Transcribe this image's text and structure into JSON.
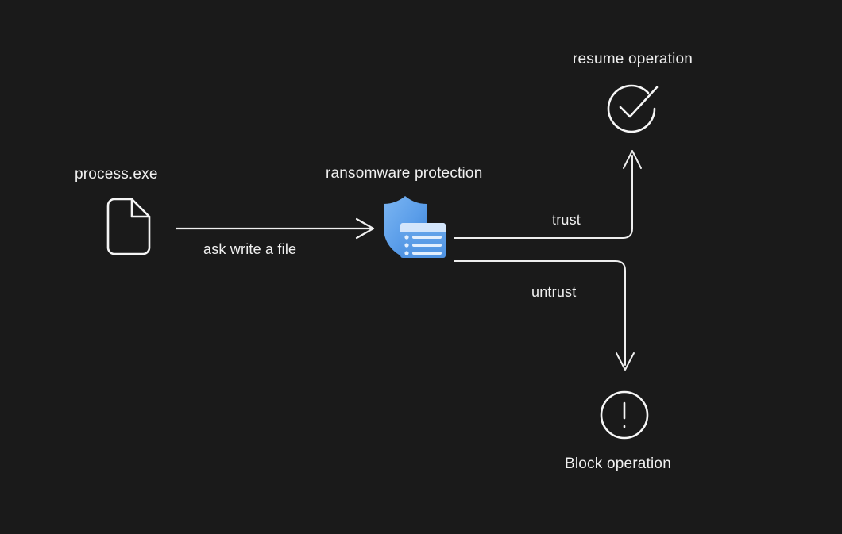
{
  "diagram": {
    "title": "ransomware protection decision flow",
    "background_color": "#1a1a1a",
    "stroke_color": "#f0f0f0",
    "accent_color": "#4a90e2",
    "nodes": [
      {
        "id": "process",
        "label": "process.exe",
        "icon": "file-icon"
      },
      {
        "id": "protection",
        "label": "ransomware protection",
        "icon": "shield-list-icon"
      },
      {
        "id": "resume",
        "label": "resume operation",
        "icon": "check-circle-icon"
      },
      {
        "id": "block",
        "label": "Block operation",
        "icon": "alert-circle-icon"
      }
    ],
    "edges": [
      {
        "id": "ask",
        "label": "ask write a file",
        "from": "process",
        "to": "protection"
      },
      {
        "id": "trust",
        "label": "trust",
        "from": "protection",
        "to": "resume"
      },
      {
        "id": "untrust",
        "label": "untrust",
        "from": "protection",
        "to": "block"
      }
    ]
  },
  "labels": {
    "process_exe": "process.exe",
    "ransomware_protection": "ransomware protection",
    "ask_write_a_file": "ask write a file",
    "trust": "trust",
    "untrust": "untrust",
    "resume_operation": "resume operation",
    "block_operation": "Block operation"
  },
  "colors": {
    "background": "#1a1a1a",
    "line": "#f0f0f0",
    "text": "#f0f0f0",
    "shield_light": "#74b0f0",
    "shield_dark": "#3a7fd0",
    "panel_header": "#d7e7fb",
    "panel_body": "#5d9fe8",
    "panel_line": "#dcebfc"
  }
}
